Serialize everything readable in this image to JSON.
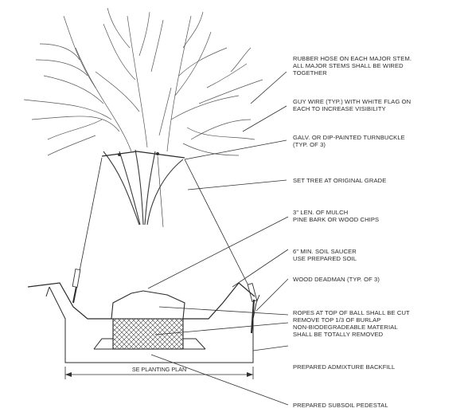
{
  "callouts": [
    {
      "line1": "RUBBER HOSE ON EACH MAJOR STEM.",
      "line2": "ALL MAJOR STEMS SHALL BE WIRED",
      "line3": "TOGETHER"
    },
    {
      "line1": "GUY WIRE (TYP.) WITH WHITE FLAG ON",
      "line2": "EACH TO INCREASE VISIBILITY"
    },
    {
      "line1": "GALV. OR DIP-PAINTED TURNBUCKLE",
      "line2": "(TYP. OF 3)"
    },
    {
      "line1": "SET TREE AT ORIGINAL GRADE"
    },
    {
      "line1": "3\" LEN. OF MULCH",
      "line2": "PINE BARK OR WOOD CHIPS"
    },
    {
      "line1": "6\" MIN. SOIL SAUCER",
      "line2": "USE PREPARED SOIL"
    },
    {
      "line1": "WOOD DEADMAN (TYP. OF 3)"
    },
    {
      "line1": "ROPES AT TOP OF BALL SHALL BE CUT",
      "line2": "REMOVE TOP 1/3 OF BURLAP",
      "line3": "NON-BIODEGRADEABLE MATERIAL",
      "line4": "SHALL BE TOTALLY REMOVED"
    },
    {
      "line1": "PREPARED ADMIXTURE BACKFILL"
    },
    {
      "line1": "PREPARED SUBSOIL PEDESTAL"
    }
  ],
  "dimension_label": "SE PLANTING PLAN"
}
